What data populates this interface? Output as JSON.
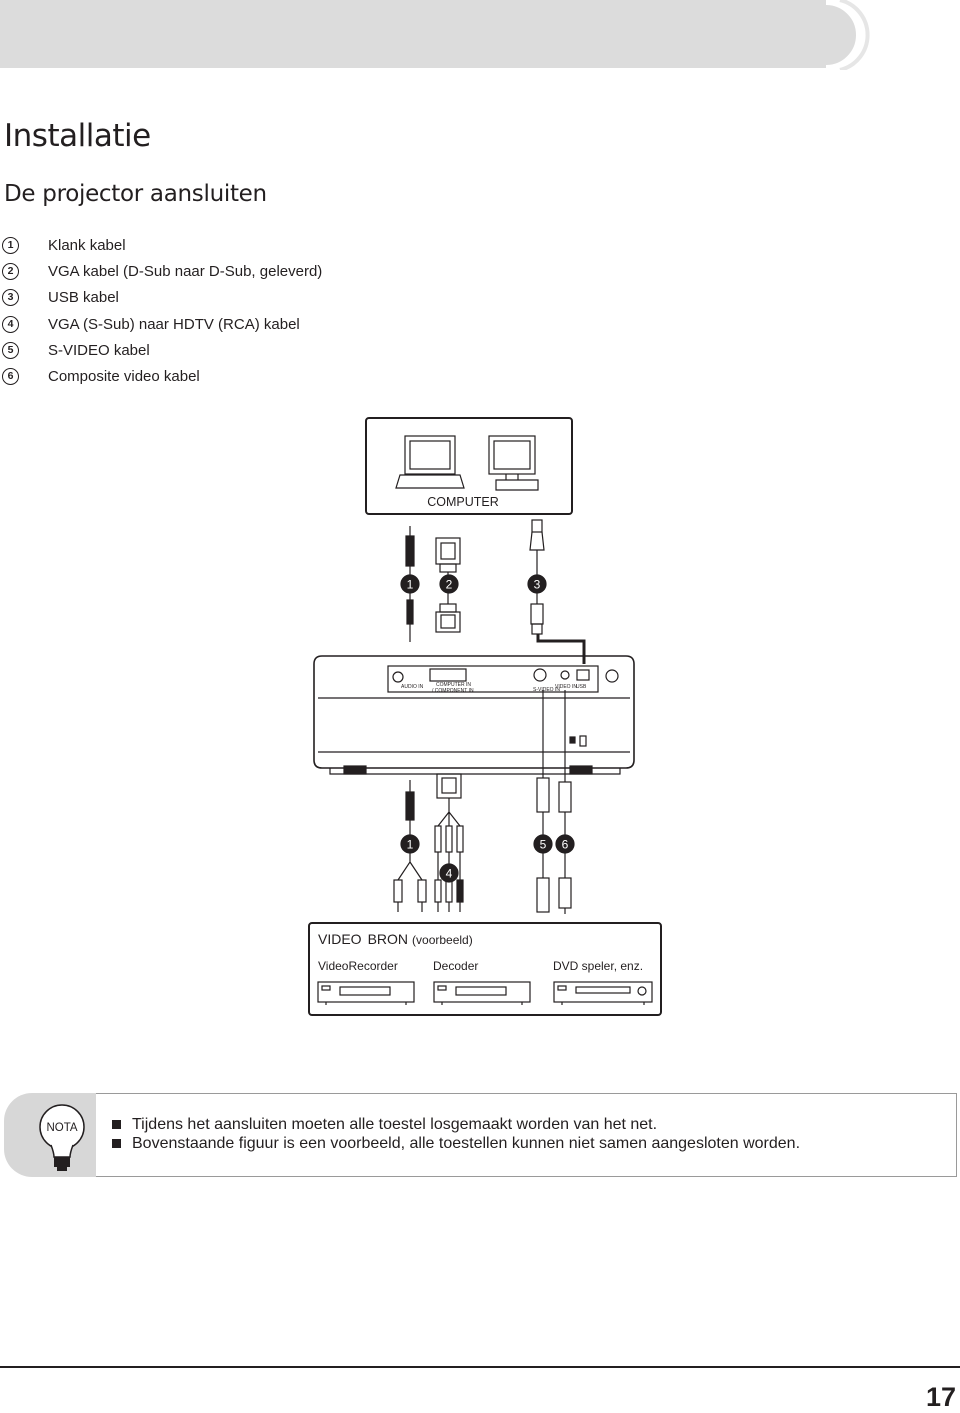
{
  "page": {
    "title": "Installatie",
    "subtitle": "De projector aansluiten",
    "page_number": "17"
  },
  "cables": [
    {
      "num": "1",
      "label": "Klank kabel"
    },
    {
      "num": "2",
      "label": "VGA kabel (D-Sub naar D-Sub, geleverd)"
    },
    {
      "num": "3",
      "label": "USB kabel"
    },
    {
      "num": "4",
      "label": "VGA (S-Sub) naar HDTV (RCA) kabel"
    },
    {
      "num": "5",
      "label": "S-VIDEO kabel"
    },
    {
      "num": "6",
      "label": "Composite video kabel"
    }
  ],
  "diagram": {
    "computer_label": "COMPUTER",
    "callouts_top": [
      "1",
      "2",
      "3"
    ],
    "callouts_bottom": [
      "1",
      "4",
      "5",
      "6"
    ],
    "ports": {
      "audio_in": "AUDIO IN",
      "computer_in": "COMPUTER IN",
      "component_in": "/ COMPONENT IN",
      "s_video_in": "S-VIDEO IN",
      "video_in": "VIDEO IN",
      "usb": "USB"
    },
    "video_source": {
      "title": "VIDEO",
      "title2": "BRON",
      "title_note": "(voorbeeld)",
      "devices": [
        "VideoRecorder",
        "Decoder",
        "DVD speler, enz."
      ]
    }
  },
  "note": {
    "badge": "NOTA",
    "items": [
      "Tijdens het aansluiten moeten alle toestel losgemaakt worden van het net.",
      "Bovenstaande figuur is een voorbeeld, alle toestellen kunnen niet samen aangesloten worden."
    ]
  },
  "colors": {
    "header_gray": "#dcdcdc",
    "text": "#231f20",
    "note_gray": "#d7d7d7"
  }
}
